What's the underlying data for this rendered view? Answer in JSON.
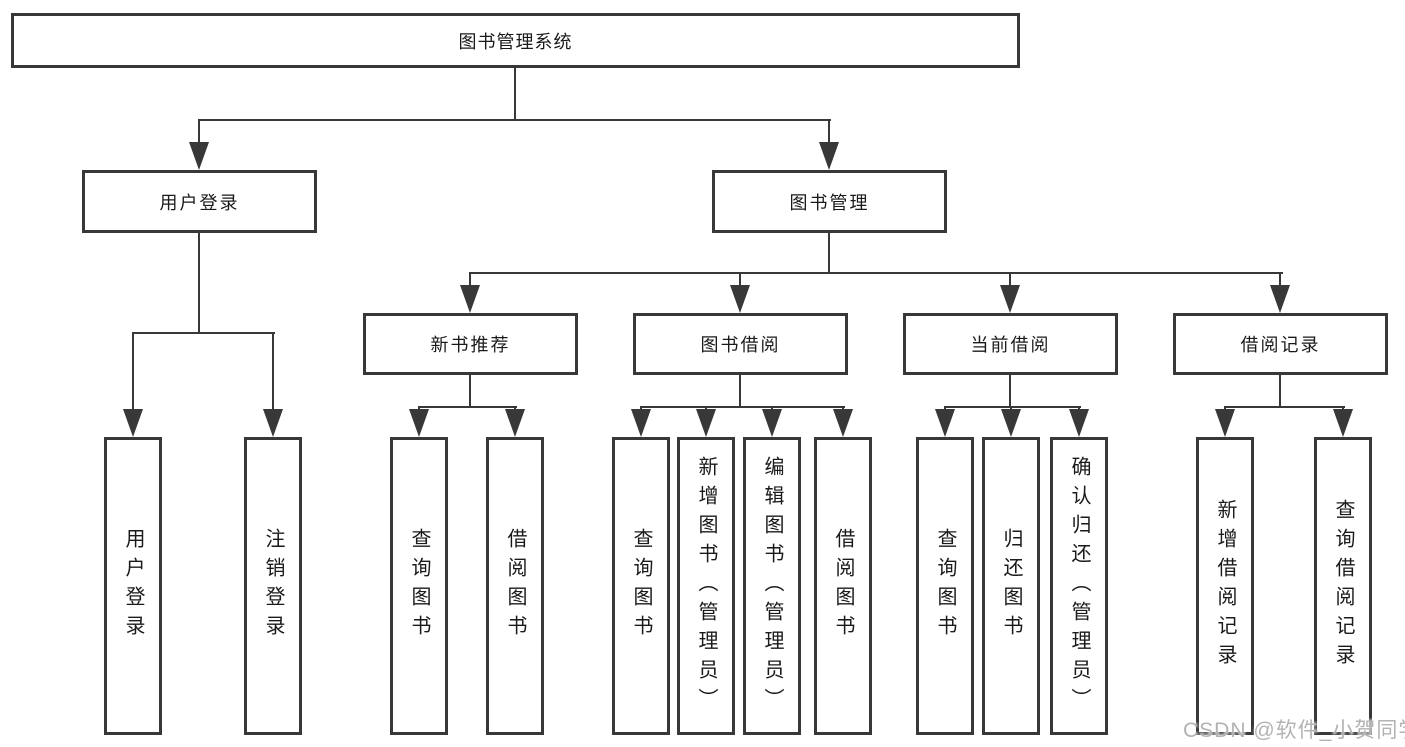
{
  "tree": {
    "root": {
      "label": "图书管理系统"
    },
    "level2": [
      {
        "label": "用户登录",
        "children": [
          {
            "label": "用户登录"
          },
          {
            "label": "注销登录"
          }
        ]
      },
      {
        "label": "图书管理",
        "children": [
          {
            "label": "新书推荐",
            "children": [
              {
                "label": "查询图书"
              },
              {
                "label": "借阅图书"
              }
            ]
          },
          {
            "label": "图书借阅",
            "children": [
              {
                "label": "查询图书"
              },
              {
                "label": "新增图书（管理员）"
              },
              {
                "label": "编辑图书（管理员）"
              },
              {
                "label": "借阅图书"
              }
            ]
          },
          {
            "label": "当前借阅",
            "children": [
              {
                "label": "查询图书"
              },
              {
                "label": "归还图书"
              },
              {
                "label": "确认归还（管理员）"
              }
            ]
          },
          {
            "label": "借阅记录",
            "children": [
              {
                "label": "新增借阅记录"
              },
              {
                "label": "查询借阅记录"
              }
            ]
          }
        ]
      }
    ]
  },
  "watermark": {
    "text": "CSDN @软件_小贺同学"
  },
  "colors": {
    "line": "#383838",
    "box_background": "#ffffff",
    "text": "#1a1a1a",
    "watermark": "#b3b3b3"
  }
}
